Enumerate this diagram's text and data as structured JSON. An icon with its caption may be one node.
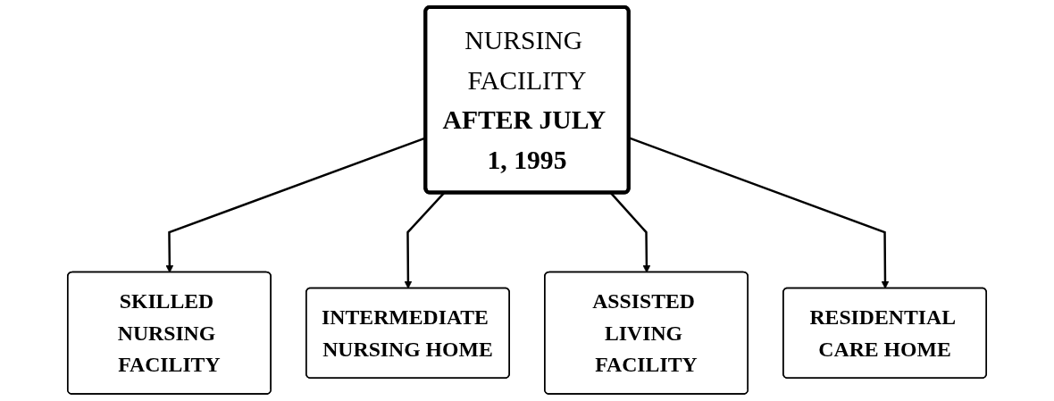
{
  "diagram": {
    "nodes": [
      {
        "text": [
          "NURSING FACILITY",
          "AFTER JULY 1, 1995"
        ]
      },
      {
        "text": [
          "SKILLED NURSING FACILITY"
        ]
      },
      {
        "text": [
          "INTERMEDIATE NURSING HOME"
        ]
      },
      {
        "text": [
          "ASSISTED LIVING FACILITY"
        ]
      },
      {
        "text": [
          "RESIDENTIAL CARE HOME"
        ]
      }
    ],
    "edges": [
      {
        "from": 0,
        "to": 1,
        "arrow": "to"
      },
      {
        "from": 0,
        "to": 2,
        "arrow": "to"
      },
      {
        "from": 0,
        "to": 3,
        "arrow": "to"
      },
      {
        "from": 0,
        "to": 4,
        "arrow": "to"
      }
    ]
  }
}
